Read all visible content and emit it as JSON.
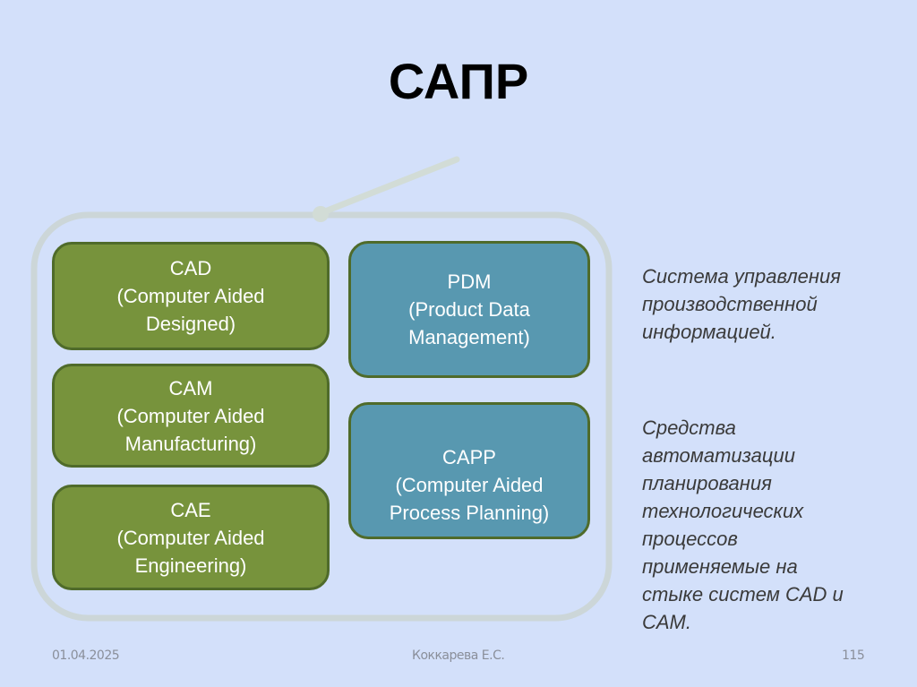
{
  "slide": {
    "title": "САПР",
    "boxes": [
      {
        "id": "cad",
        "acronym": "CAD",
        "line1": "(Computer Aided",
        "line2": "Designed)",
        "color": "#77933c"
      },
      {
        "id": "cam",
        "acronym": "CAM",
        "line1": "(Computer Aided",
        "line2": "Manufacturing)",
        "color": "#77933c"
      },
      {
        "id": "cae",
        "acronym": "CAE",
        "line1": "(Computer Aided",
        "line2": "Engineering)",
        "color": "#77933c"
      },
      {
        "id": "pdm",
        "acronym": "PDM",
        "line1": "(Product Data",
        "line2": "Management)",
        "color": "#5898b0"
      },
      {
        "id": "capp",
        "acronym": "CAPP",
        "line1": "(Computer Aided",
        "line2": "Process Planning)",
        "color": "#5898b0"
      }
    ],
    "descriptions": {
      "pdm": [
        "Система управления",
        "производственной",
        "информацией."
      ],
      "capp": [
        "Средства",
        "автоматизации",
        "планирования",
        "технологических",
        "процессов",
        "применяемые на",
        "стыке систем CAD и",
        "CAM."
      ]
    },
    "footer": {
      "date": "01.04.2025",
      "author": "Коккарева Е.С.",
      "page": "115"
    }
  }
}
